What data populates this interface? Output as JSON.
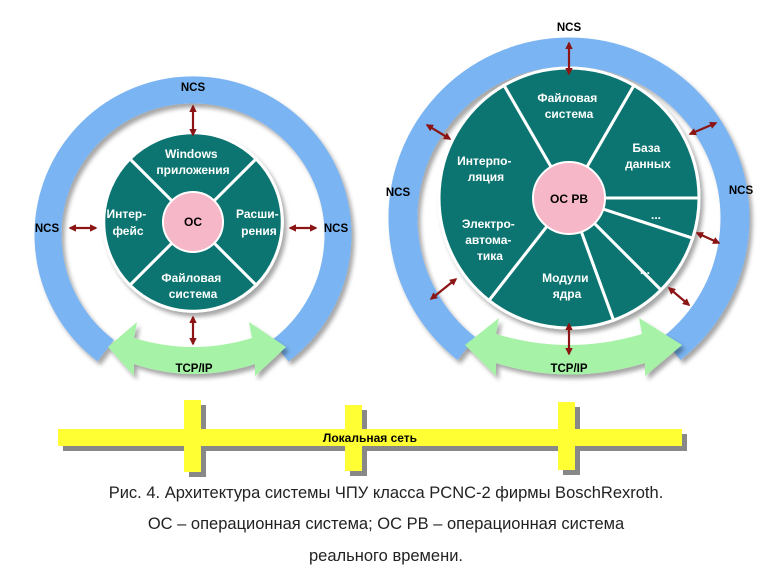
{
  "left_system": {
    "center": "ОС",
    "sectors": {
      "top": [
        "Windows",
        "приложения"
      ],
      "left": [
        "Интер-",
        "фейс"
      ],
      "right": [
        "Расши-",
        "рения"
      ],
      "bottom": [
        "Файловая",
        "система"
      ]
    },
    "ncs_top": "NCS",
    "ncs_left": "NCS",
    "ncs_right": "NCS",
    "bus_label": "TCP/IP"
  },
  "right_system": {
    "center": "ОС РВ",
    "sectors": {
      "s1": [
        "Файловая",
        "система"
      ],
      "s2": [
        "База",
        "данных"
      ],
      "s3": [
        "..."
      ],
      "s4": [
        "..."
      ],
      "s5": [
        "Модули",
        "ядра"
      ],
      "s6": [
        "Электро-",
        "автома-",
        "тика"
      ],
      "s7": [
        "Интерпо-",
        "ляция"
      ]
    },
    "ncs_top": "NCS",
    "ncs_left": "NCS",
    "ncs_right": "NCS",
    "bus_label": "TCP/IP"
  },
  "network_label": "Локальная сеть",
  "caption": [
    "Рис. 4. Архитектура системы ЧПУ класса PCNC-2 фирмы BoschRexroth.",
    "ОС – операционная система; ОС РВ – операционная система",
    "реального времени."
  ],
  "colors": {
    "ring_blue": "#7ab4f2",
    "sector_teal": "#0b7471",
    "center_pink": "#f6b7c8",
    "arrow_green": "#a6f2a6",
    "bus_yellow": "#ffff33",
    "arrow_dark": "#8b1515"
  }
}
